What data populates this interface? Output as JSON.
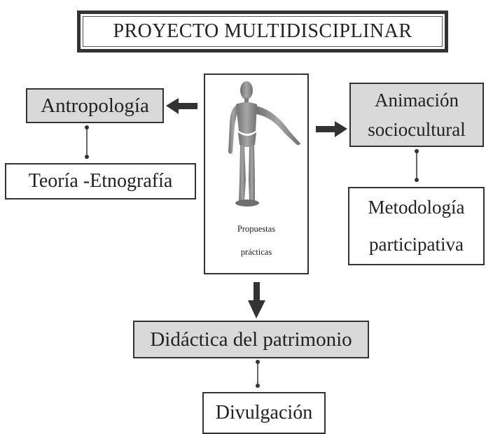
{
  "title": "PROYECTO MULTIDISCIPLINAR",
  "nodes": {
    "antropologia": "Antropología",
    "teoria": "Teoría -Etnografía",
    "animacion": [
      "Animación",
      "sociocultural"
    ],
    "metodologia": [
      "Metodología",
      "participativa"
    ],
    "center_caption": [
      "Propuestas",
      "prácticas"
    ],
    "didactica": "Didáctica del patrimonio",
    "divulgacion": "Divulgación"
  },
  "colors": {
    "box_fill_highlight": "#d9d9d9",
    "box_border": "#333333",
    "arrow": "#333333",
    "mannequin": "#8a8a8a"
  },
  "icons": [
    "mannequin-figure",
    "arrow-left",
    "arrow-right",
    "arrow-down",
    "dot-connector"
  ]
}
